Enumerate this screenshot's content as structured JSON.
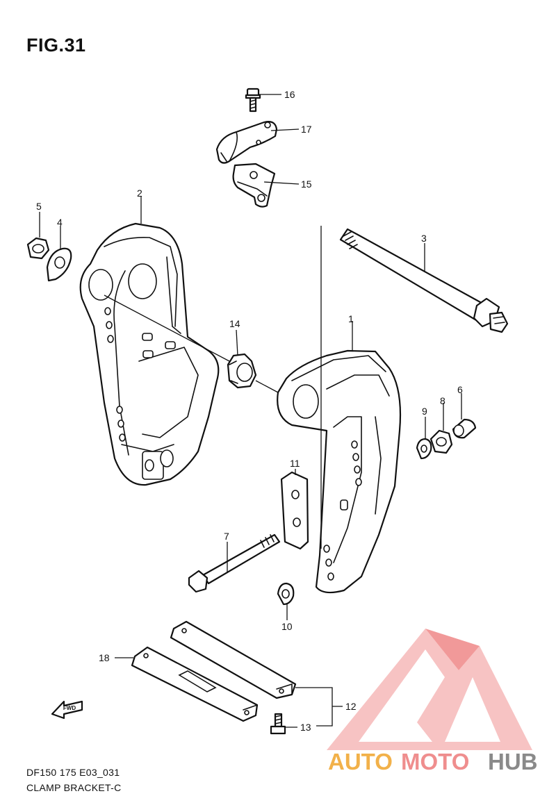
{
  "figure": {
    "title": "FIG.31",
    "code": "DF150 175 E03_031",
    "name": "CLAMP BRACKET-C"
  },
  "callouts": [
    "1",
    "2",
    "3",
    "4",
    "5",
    "6",
    "7",
    "8",
    "9",
    "10",
    "11",
    "12",
    "13",
    "14",
    "15",
    "16",
    "17",
    "18"
  ],
  "fwd_label": "FWD",
  "watermark": {
    "brand_a": "AUTO",
    "brand_b": "MOTO",
    "brand_c": "HUB",
    "colors": {
      "orange": "#f2b14a",
      "pink": "#ef8e8e",
      "gray": "#8a8a8a"
    }
  }
}
